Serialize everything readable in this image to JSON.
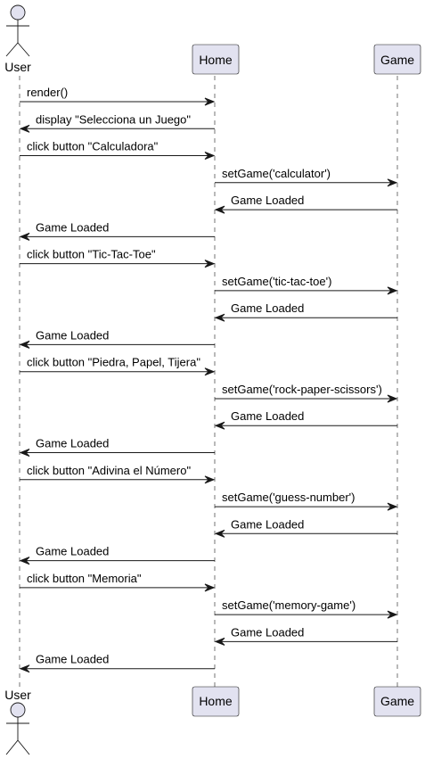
{
  "participants": [
    {
      "id": "user",
      "label": "User",
      "kind": "actor"
    },
    {
      "id": "home",
      "label": "Home",
      "kind": "participant"
    },
    {
      "id": "game",
      "label": "Game",
      "kind": "participant"
    }
  ],
  "messages": [
    {
      "from": "user",
      "to": "home",
      "label": "render()"
    },
    {
      "from": "home",
      "to": "user",
      "label": "display \"Selecciona un Juego\""
    },
    {
      "from": "user",
      "to": "home",
      "label": "click button \"Calculadora\""
    },
    {
      "from": "home",
      "to": "game",
      "label": "setGame('calculator')"
    },
    {
      "from": "game",
      "to": "home",
      "label": "Game Loaded"
    },
    {
      "from": "home",
      "to": "user",
      "label": "Game Loaded"
    },
    {
      "from": "user",
      "to": "home",
      "label": "click button \"Tic-Tac-Toe\""
    },
    {
      "from": "home",
      "to": "game",
      "label": "setGame('tic-tac-toe')"
    },
    {
      "from": "game",
      "to": "home",
      "label": "Game Loaded"
    },
    {
      "from": "home",
      "to": "user",
      "label": "Game Loaded"
    },
    {
      "from": "user",
      "to": "home",
      "label": "click button \"Piedra, Papel, Tijera\""
    },
    {
      "from": "home",
      "to": "game",
      "label": "setGame('rock-paper-scissors')"
    },
    {
      "from": "game",
      "to": "home",
      "label": "Game Loaded"
    },
    {
      "from": "home",
      "to": "user",
      "label": "Game Loaded"
    },
    {
      "from": "user",
      "to": "home",
      "label": "click button \"Adivina el Número\""
    },
    {
      "from": "home",
      "to": "game",
      "label": "setGame('guess-number')"
    },
    {
      "from": "game",
      "to": "home",
      "label": "Game Loaded"
    },
    {
      "from": "home",
      "to": "user",
      "label": "Game Loaded"
    },
    {
      "from": "user",
      "to": "home",
      "label": "click button \"Memoria\""
    },
    {
      "from": "home",
      "to": "game",
      "label": "setGame('memory-game')"
    },
    {
      "from": "game",
      "to": "home",
      "label": "Game Loaded"
    },
    {
      "from": "home",
      "to": "user",
      "label": "Game Loaded"
    }
  ],
  "colors": {
    "participant_fill": "#E2E2F0",
    "stroke": "#181818",
    "text": "#000000"
  }
}
